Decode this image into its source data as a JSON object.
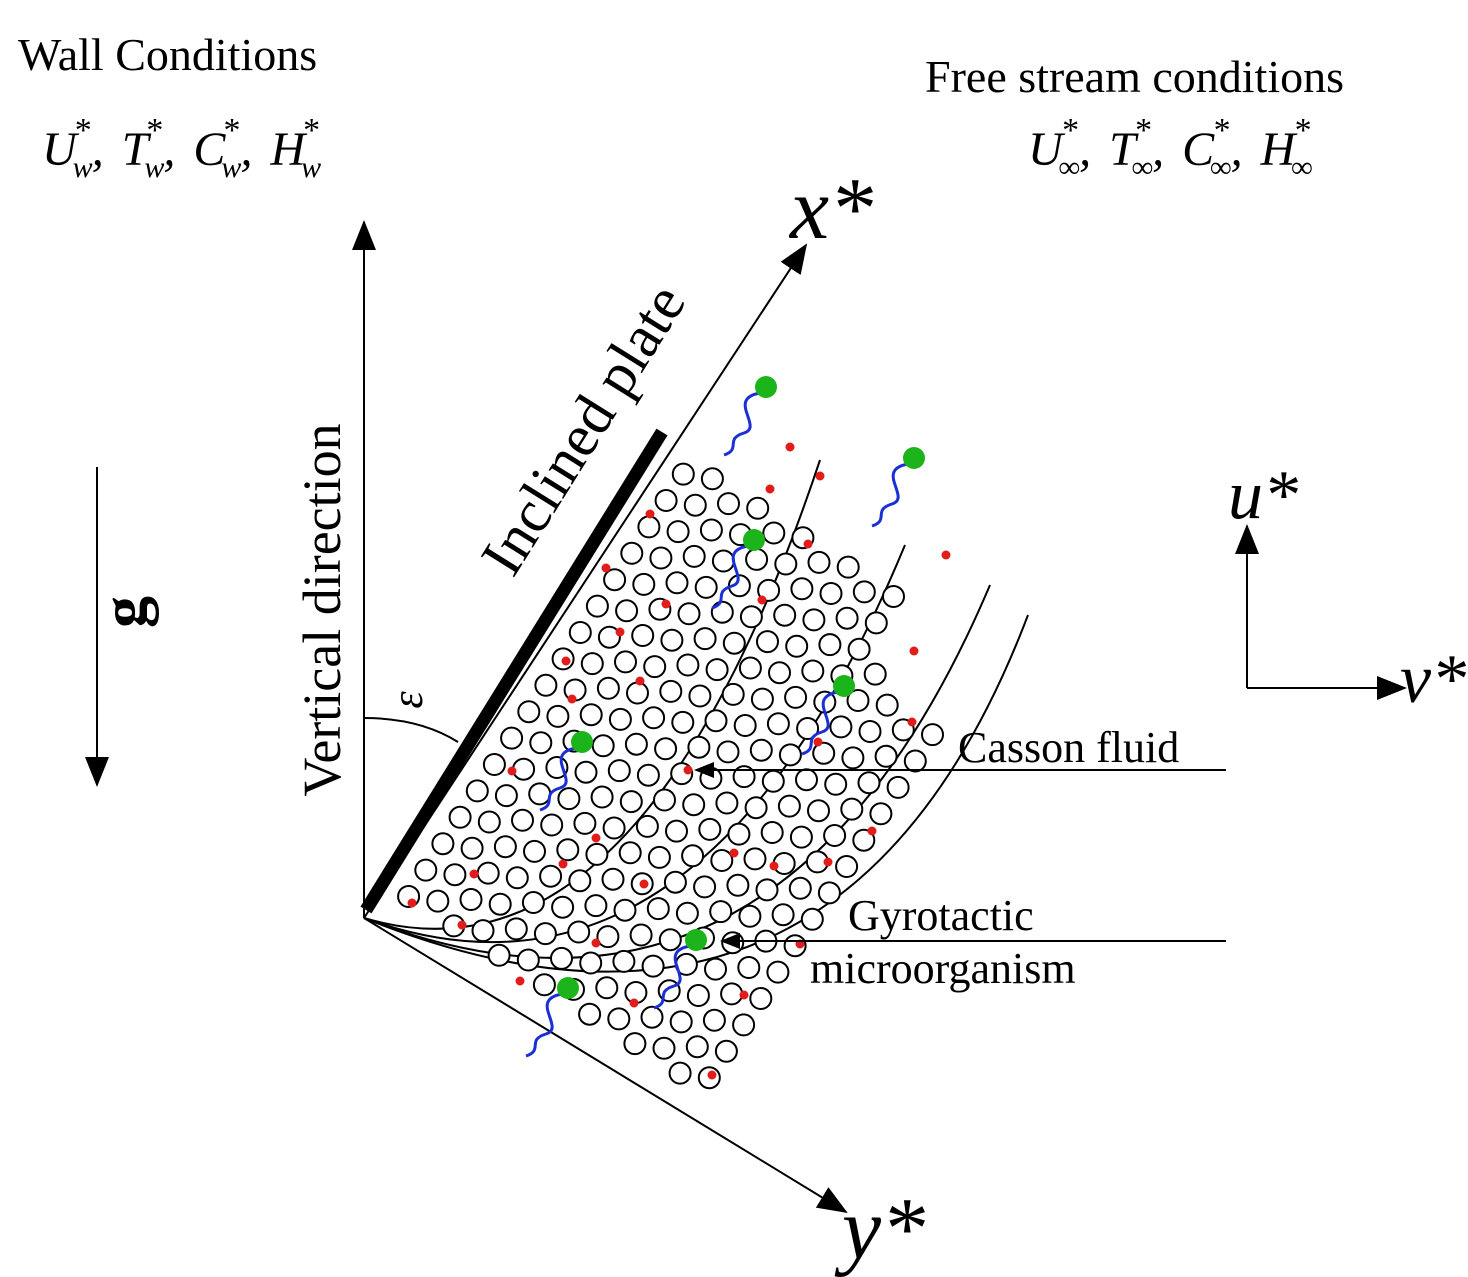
{
  "wall": {
    "title": "Wall Conditions",
    "u": "U",
    "u_sub": "w",
    "t": "T",
    "t_sub": "w",
    "c": "C",
    "c_sub": "w",
    "h": "H",
    "h_sub": "w",
    "star": "*",
    "sep": ","
  },
  "free": {
    "title": "Free stream conditions",
    "u": "U",
    "u_sub": "∞",
    "t": "T",
    "t_sub": "∞",
    "c": "C",
    "c_sub": "∞",
    "h": "H",
    "h_sub": "∞",
    "star": "*",
    "sep": ","
  },
  "labels": {
    "gravity": "g",
    "vertical": "Vertical direction",
    "plate": "Inclined plate",
    "angle": "ε",
    "x_axis": "x*",
    "y_axis": "y*",
    "u_axis": "u*",
    "v_axis": "v*",
    "casson": "Casson fluid",
    "gyro_line1": "Gyrotactic",
    "gyro_line2": "microorganism"
  },
  "colors": {
    "ink": "#000000",
    "nanoparticle": "#e21b1b",
    "microorganism_head": "#1bb51b",
    "microorganism_tail": "#1a2fd6"
  }
}
